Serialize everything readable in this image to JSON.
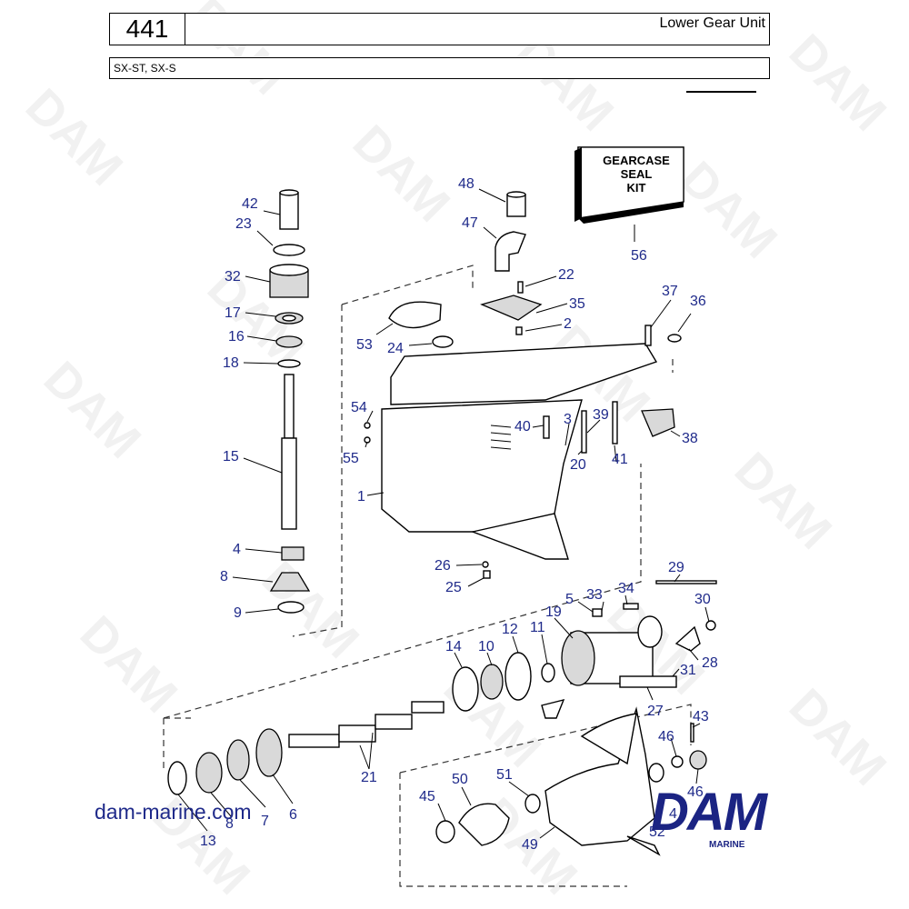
{
  "header": {
    "page_number": "441",
    "title": "Lower Gear Unit",
    "models": "SX-ST, SX-S"
  },
  "kit_box": {
    "line1": "GEARCASE",
    "line2": "SEAL",
    "line3": "KIT"
  },
  "footer": {
    "url": "dam-marine.com",
    "logo_word": "DAM",
    "logo_sub": "MARINE"
  },
  "watermark": "DAM",
  "callouts": {
    "c42": "42",
    "c23": "23",
    "c32": "32",
    "c17": "17",
    "c16": "16",
    "c18": "18",
    "c15": "15",
    "c4a": "4",
    "c8a": "8",
    "c9": "9",
    "c48": "48",
    "c47": "47",
    "c56": "56",
    "c22": "22",
    "c35": "35",
    "c2": "2",
    "c53": "53",
    "c24": "24",
    "c37": "37",
    "c36": "36",
    "c54": "54",
    "c55": "55",
    "c40": "40",
    "c3": "3",
    "c39": "39",
    "c38": "38",
    "c20": "20",
    "c41": "41",
    "c1": "1",
    "c26": "26",
    "c25": "25",
    "c29": "29",
    "c5": "5",
    "c33": "33",
    "c34": "34",
    "c30": "30",
    "c19": "19",
    "c12": "12",
    "c11": "11",
    "c14": "14",
    "c10": "10",
    "c28": "28",
    "c31": "31",
    "c27": "27",
    "c43": "43",
    "c46a": "46",
    "c46b": "46",
    "c21": "21",
    "c6": "6",
    "c7": "7",
    "c8b": "8",
    "c13": "13",
    "c45": "45",
    "c50": "50",
    "c51": "51",
    "c49": "49",
    "c52": "52",
    "c44": "4"
  }
}
